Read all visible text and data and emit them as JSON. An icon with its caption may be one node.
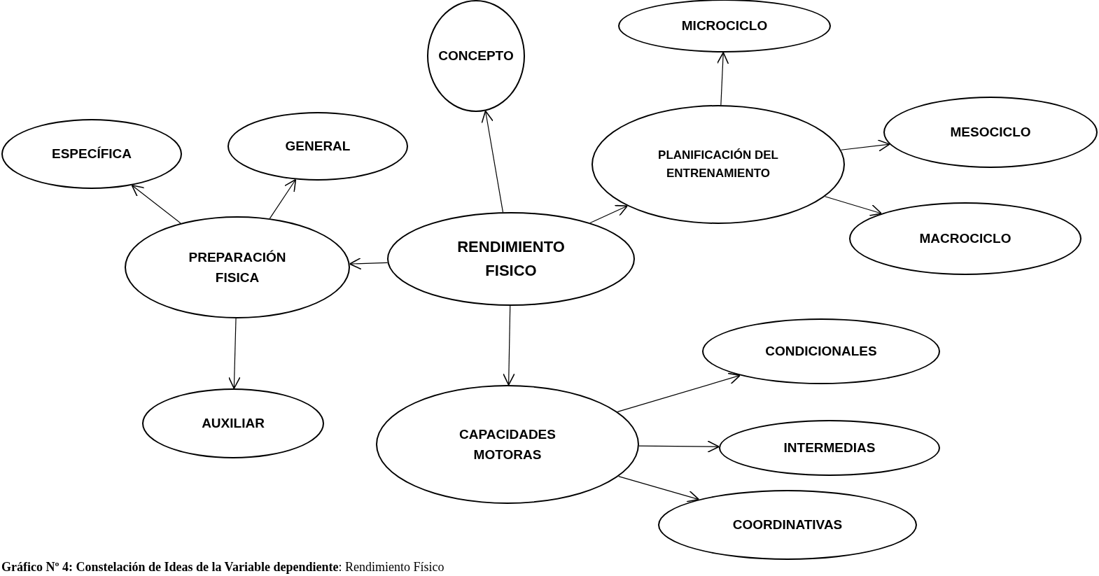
{
  "diagram": {
    "caption": "**Gráfico Nº 4: Constelación de Ideas de la Variable dependiente**: Rendimiento Físico",
    "nodes": [
      {
        "text": [
          "RENDIMIENTO FISICO"
        ]
      },
      {
        "text": [
          "CONCEPTO"
        ]
      },
      {
        "text": [
          "MICROCICLO"
        ]
      },
      {
        "text": [
          "PLANIFICACIÓN DEL ENTRENAMIENTO"
        ]
      },
      {
        "text": [
          "MESOCICLO"
        ]
      },
      {
        "text": [
          "MACROCICLO"
        ]
      },
      {
        "text": [
          "PREPARACIÓN FISICA"
        ]
      },
      {
        "text": [
          "ESPECÍFICA"
        ]
      },
      {
        "text": [
          "GENERAL"
        ]
      },
      {
        "text": [
          "AUXILIAR"
        ]
      },
      {
        "text": [
          "CAPACIDADES MOTORAS"
        ]
      },
      {
        "text": [
          "CONDICIONALES"
        ]
      },
      {
        "text": [
          "INTERMEDIAS"
        ]
      },
      {
        "text": [
          "COORDINATIVAS"
        ]
      }
    ],
    "edges": [
      {
        "from": 0,
        "to": 1,
        "arrow": "to"
      },
      {
        "from": 0,
        "to": 3,
        "arrow": "to"
      },
      {
        "from": 0,
        "to": 6,
        "arrow": "to"
      },
      {
        "from": 0,
        "to": 10,
        "arrow": "to"
      },
      {
        "from": 3,
        "to": 2,
        "arrow": "to"
      },
      {
        "from": 3,
        "to": 4,
        "arrow": "to"
      },
      {
        "from": 3,
        "to": 5,
        "arrow": "to"
      },
      {
        "from": 6,
        "to": 7,
        "arrow": "to"
      },
      {
        "from": 6,
        "to": 8,
        "arrow": "to"
      },
      {
        "from": 6,
        "to": 9,
        "arrow": "to"
      },
      {
        "from": 10,
        "to": 11,
        "arrow": "to"
      },
      {
        "from": 10,
        "to": 12,
        "arrow": "to"
      },
      {
        "from": 10,
        "to": 13,
        "arrow": "to"
      }
    ]
  }
}
